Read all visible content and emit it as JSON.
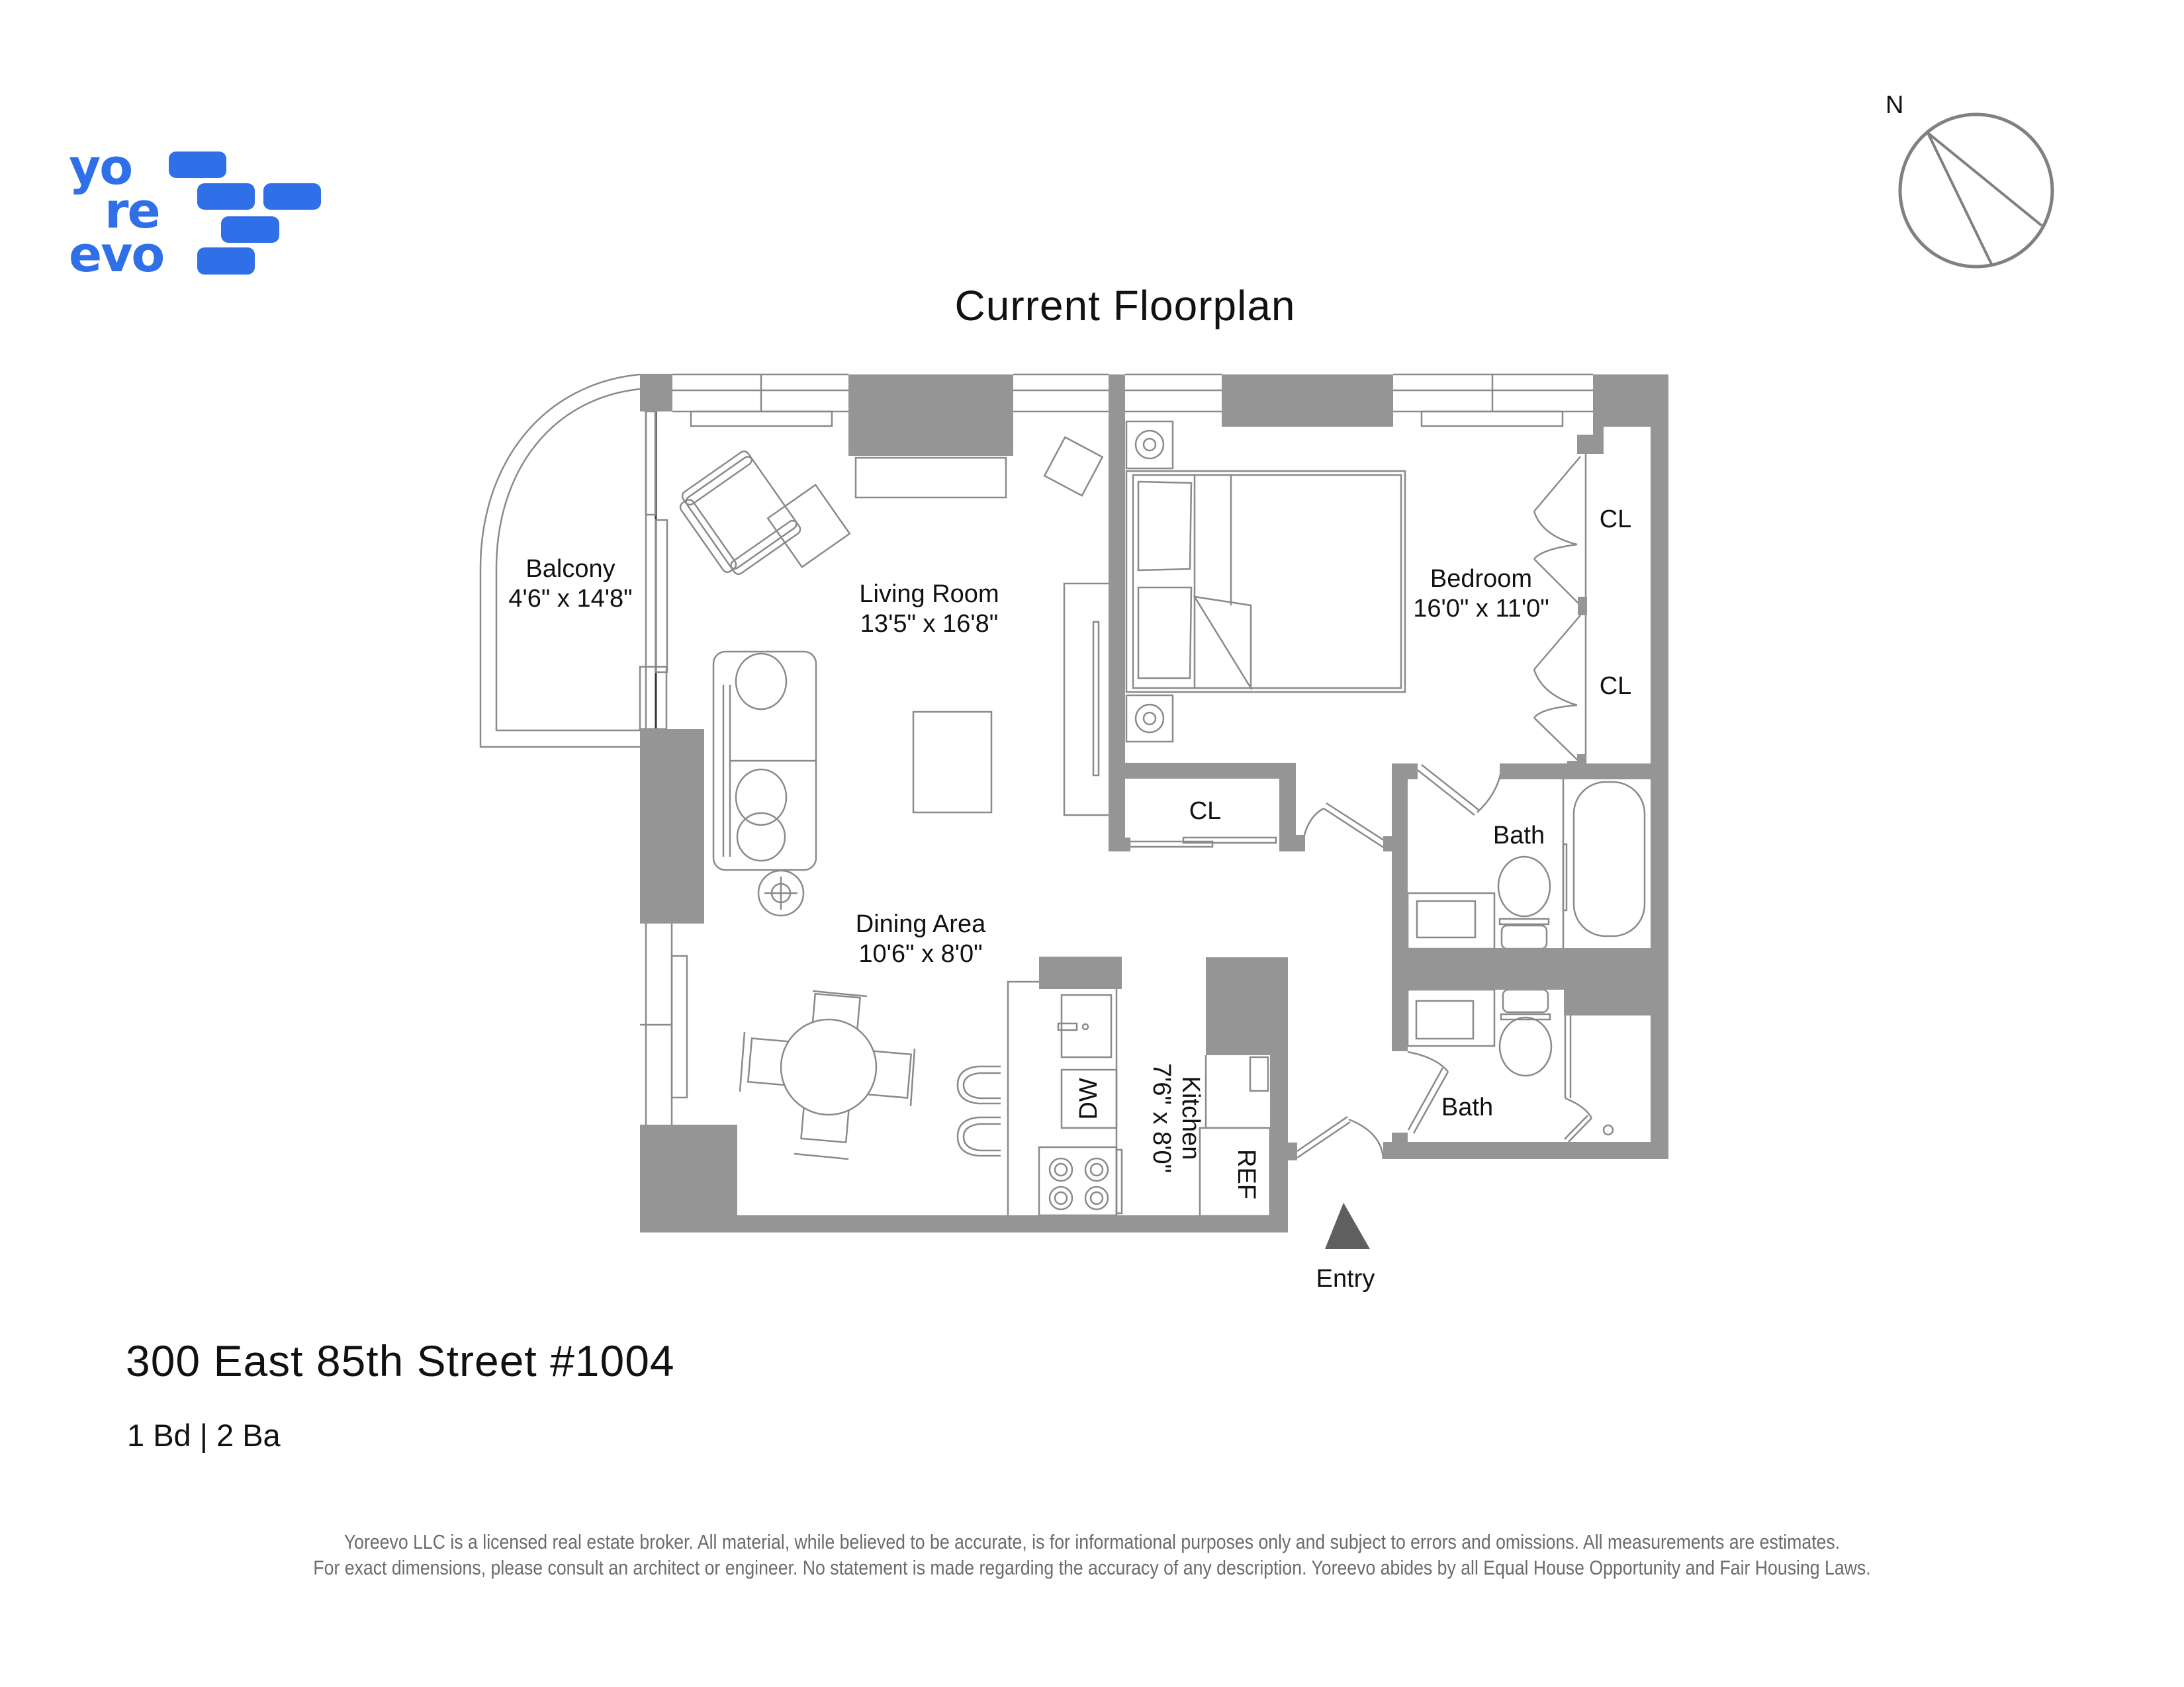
{
  "brand": {
    "logo_lines": [
      "yo",
      "re",
      "evo"
    ],
    "color": "#2f6fe8"
  },
  "compass": {
    "label": "N",
    "icon": "north-arrow-compass-icon"
  },
  "header": {
    "title": "Current Floorplan"
  },
  "floorplan": {
    "wall_color": "#959595",
    "line_color": "#8a8a8a",
    "rooms": [
      {
        "name": "Balcony",
        "dims": "4'6\" x 14'8\""
      },
      {
        "name": "Living Room",
        "dims": "13'5\" x 16'8\""
      },
      {
        "name": "Bedroom",
        "dims": "16'0\" x 11'0\""
      },
      {
        "name": "Dining Area",
        "dims": "10'6\" x 8'0\""
      },
      {
        "name": "Kitchen",
        "dims": "7'6\" x 8'0\""
      },
      {
        "name": "Bath",
        "dims": ""
      },
      {
        "name": "Bath",
        "dims": ""
      }
    ],
    "closets": [
      "CL",
      "CL",
      "CL"
    ],
    "appliances": {
      "dishwasher": "DW",
      "refrigerator": "REF"
    },
    "entry_label": "Entry"
  },
  "listing": {
    "address": "300 East 85th Street #1004",
    "summary": "1 Bd | 2 Ba"
  },
  "disclaimer": {
    "line1": "Yoreevo LLC is a licensed real estate broker. All material, while believed to be accurate, is for informational purposes only and subject to errors and omissions. All measurements are estimates.",
    "line2": "For exact dimensions, please consult an architect or engineer. No statement is made regarding the accuracy of any description. Yoreevo abides by all Equal House Opportunity and Fair Housing Laws."
  }
}
